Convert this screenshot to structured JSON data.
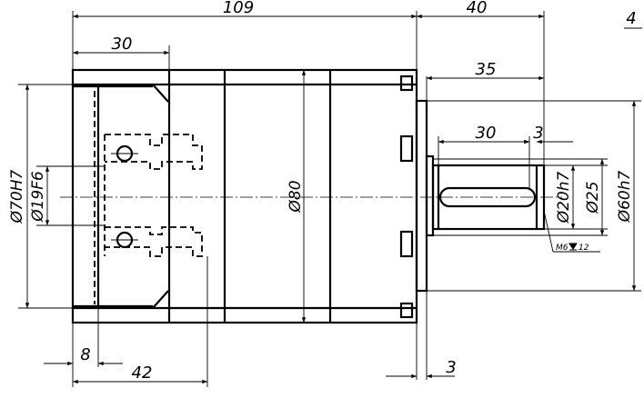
{
  "sheet_number": "4",
  "dimensions": {
    "overall_length": "109",
    "flange_length": "30",
    "shaft_length": "40",
    "shaft_section": "35",
    "keyway_length": "30",
    "keyway_offset": "3",
    "body_diameter": "Ø80",
    "bore_fit": "Ø70H7",
    "input_bore": "Ø19F6",
    "shaft_fit": "Ø20h7",
    "shaft_diameter": "Ø25",
    "pilot_fit": "Ø60h7",
    "tapped_hole": "M6",
    "tapped_depth": "12",
    "rear_depth": "8",
    "rear_length": "42",
    "pilot_thickness": "3"
  }
}
